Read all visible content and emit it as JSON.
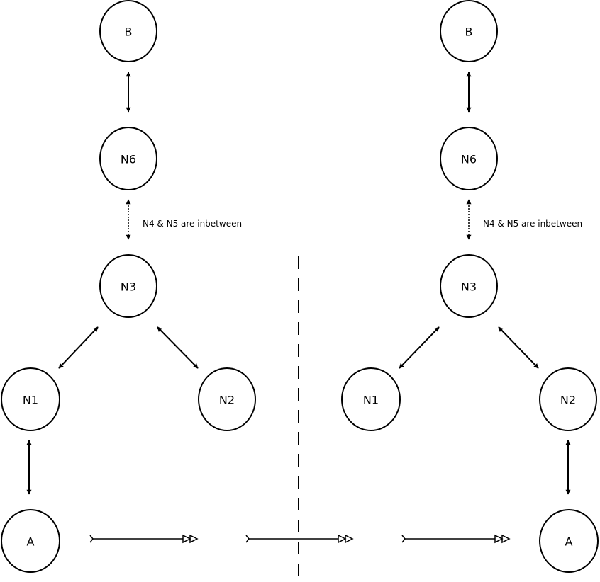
{
  "left_diagram": {
    "nodes": {
      "b": "B",
      "n6": "N6",
      "n3": "N3",
      "n1": "N1",
      "n2": "N2",
      "a": "A"
    },
    "note": "N4 & N5 are inbetween"
  },
  "right_diagram": {
    "nodes": {
      "b": "B",
      "n6": "N6",
      "n3": "N3",
      "n1": "N1",
      "n2": "N2",
      "a": "A"
    },
    "note": "N4 & N5 are inbetween"
  }
}
